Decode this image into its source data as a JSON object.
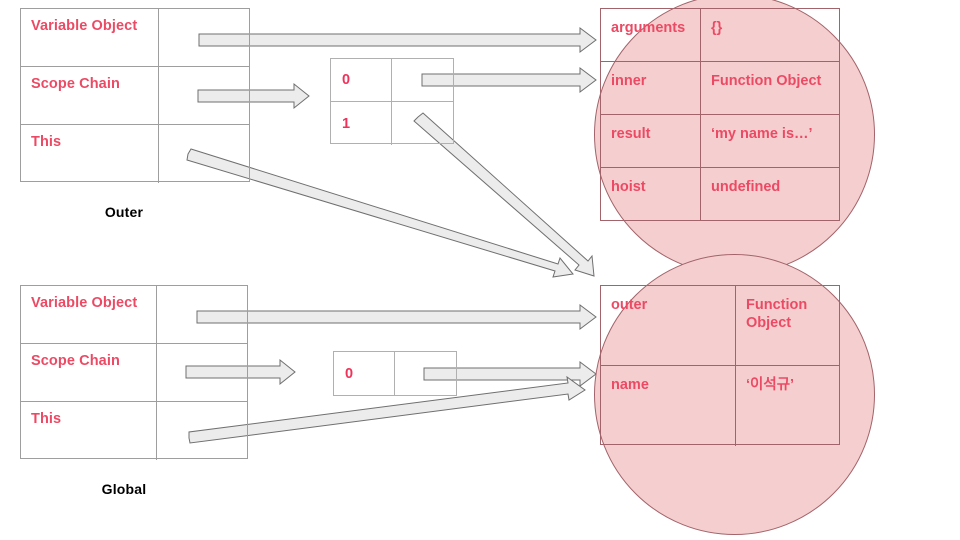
{
  "diagram": {
    "title": "JavaScript Execution Context Scope Chain Diagram",
    "colors": {
      "accent_text": "#ec4a64",
      "blob_fill": "#f5cfcf",
      "blob_stroke": "#a2636a",
      "table_stroke": "#9e9e9e",
      "arrow_fill": "#ececec",
      "arrow_stroke": "#6f6f6f",
      "caption_text": "#000000"
    }
  },
  "contexts": [
    {
      "caption": "Outer",
      "rows": [
        {
          "label": "Variable Object"
        },
        {
          "label": "Scope Chain"
        },
        {
          "label": "This"
        }
      ]
    },
    {
      "caption": "Global",
      "rows": [
        {
          "label": "Variable Object"
        },
        {
          "label": "Scope Chain"
        },
        {
          "label": "This"
        }
      ]
    }
  ],
  "scope_chains": [
    {
      "owner": "Outer",
      "indices": [
        "0",
        "1"
      ]
    },
    {
      "owner": "Global",
      "indices": [
        "0"
      ]
    }
  ],
  "objects": [
    {
      "owner": "Outer",
      "entries": [
        {
          "key": "arguments",
          "value": "{}"
        },
        {
          "key": "inner",
          "value": "Function Object"
        },
        {
          "key": "result",
          "value": "‘my name is…’"
        },
        {
          "key": "hoist",
          "value": "undefined"
        }
      ]
    },
    {
      "owner": "Global",
      "entries": [
        {
          "key": "outer",
          "value": "Function Object"
        },
        {
          "key": "name",
          "value": "‘이석규’"
        }
      ]
    }
  ]
}
